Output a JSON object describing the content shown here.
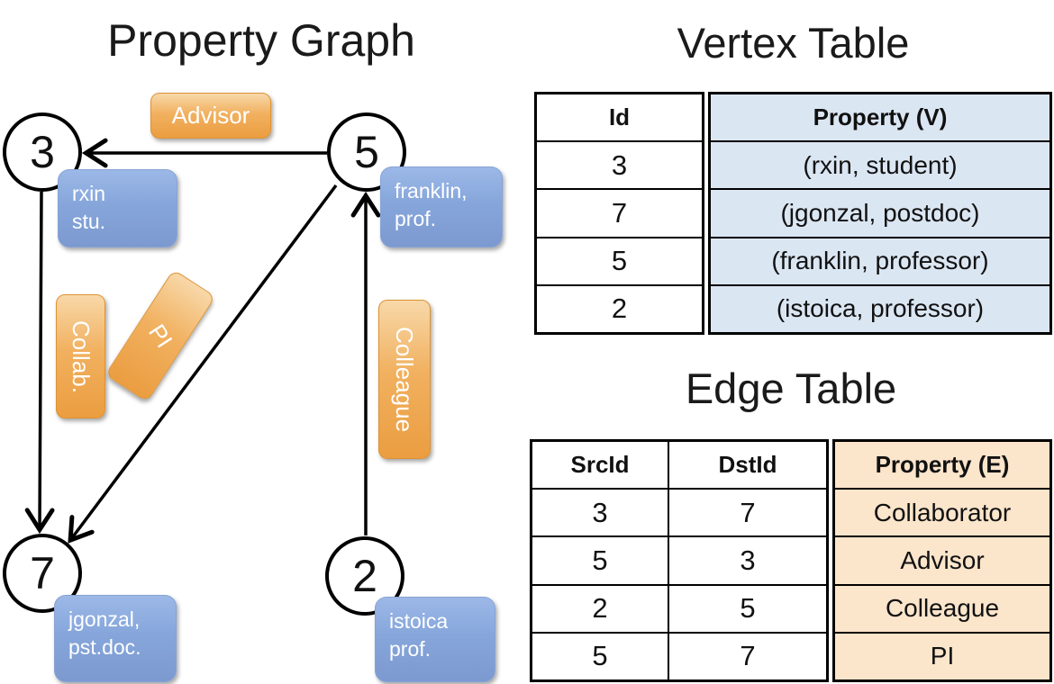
{
  "titles": {
    "graph": "Property Graph",
    "vertex": "Vertex Table",
    "edge": "Edge Table"
  },
  "graph": {
    "nodes": [
      {
        "id": "3",
        "prop": {
          "line1": "rxin",
          "line2": "stu."
        }
      },
      {
        "id": "5",
        "prop": {
          "line1": "franklin,",
          "line2": "prof."
        }
      },
      {
        "id": "7",
        "prop": {
          "line1": "jgonzal,",
          "line2": "pst.doc."
        }
      },
      {
        "id": "2",
        "prop": {
          "line1": "istoica",
          "line2": "prof."
        }
      }
    ],
    "edge_labels": {
      "advisor": "Advisor",
      "collab": "Collab.",
      "pi": "PI",
      "colleague": "Colleague"
    }
  },
  "vertex_table": {
    "headers": {
      "id": "Id",
      "property": "Property (V)"
    },
    "rows": [
      {
        "id": "3",
        "property": "(rxin, student)"
      },
      {
        "id": "7",
        "property": "(jgonzal, postdoc)"
      },
      {
        "id": "5",
        "property": "(franklin, professor)"
      },
      {
        "id": "2",
        "property": "(istoica, professor)"
      }
    ]
  },
  "edge_table": {
    "headers": {
      "src": "SrcId",
      "dst": "DstId",
      "property": "Property (E)"
    },
    "rows": [
      {
        "src": "3",
        "dst": "7",
        "property": "Collaborator"
      },
      {
        "src": "5",
        "dst": "3",
        "property": "Advisor"
      },
      {
        "src": "2",
        "dst": "5",
        "property": "Colleague"
      },
      {
        "src": "5",
        "dst": "7",
        "property": "PI"
      }
    ]
  },
  "colors": {
    "edge_label_orange_top": "#f8d8a9",
    "edge_label_orange_bottom": "#eb9d40",
    "vertex_callout_blue_top": "#9cb8e7",
    "vertex_callout_blue_bottom": "#7c99d0",
    "vertex_table_fill": "#dbe6f3",
    "edge_table_fill": "#fbe5cb",
    "line_black": "#000000",
    "text_white": "#ffffff"
  }
}
